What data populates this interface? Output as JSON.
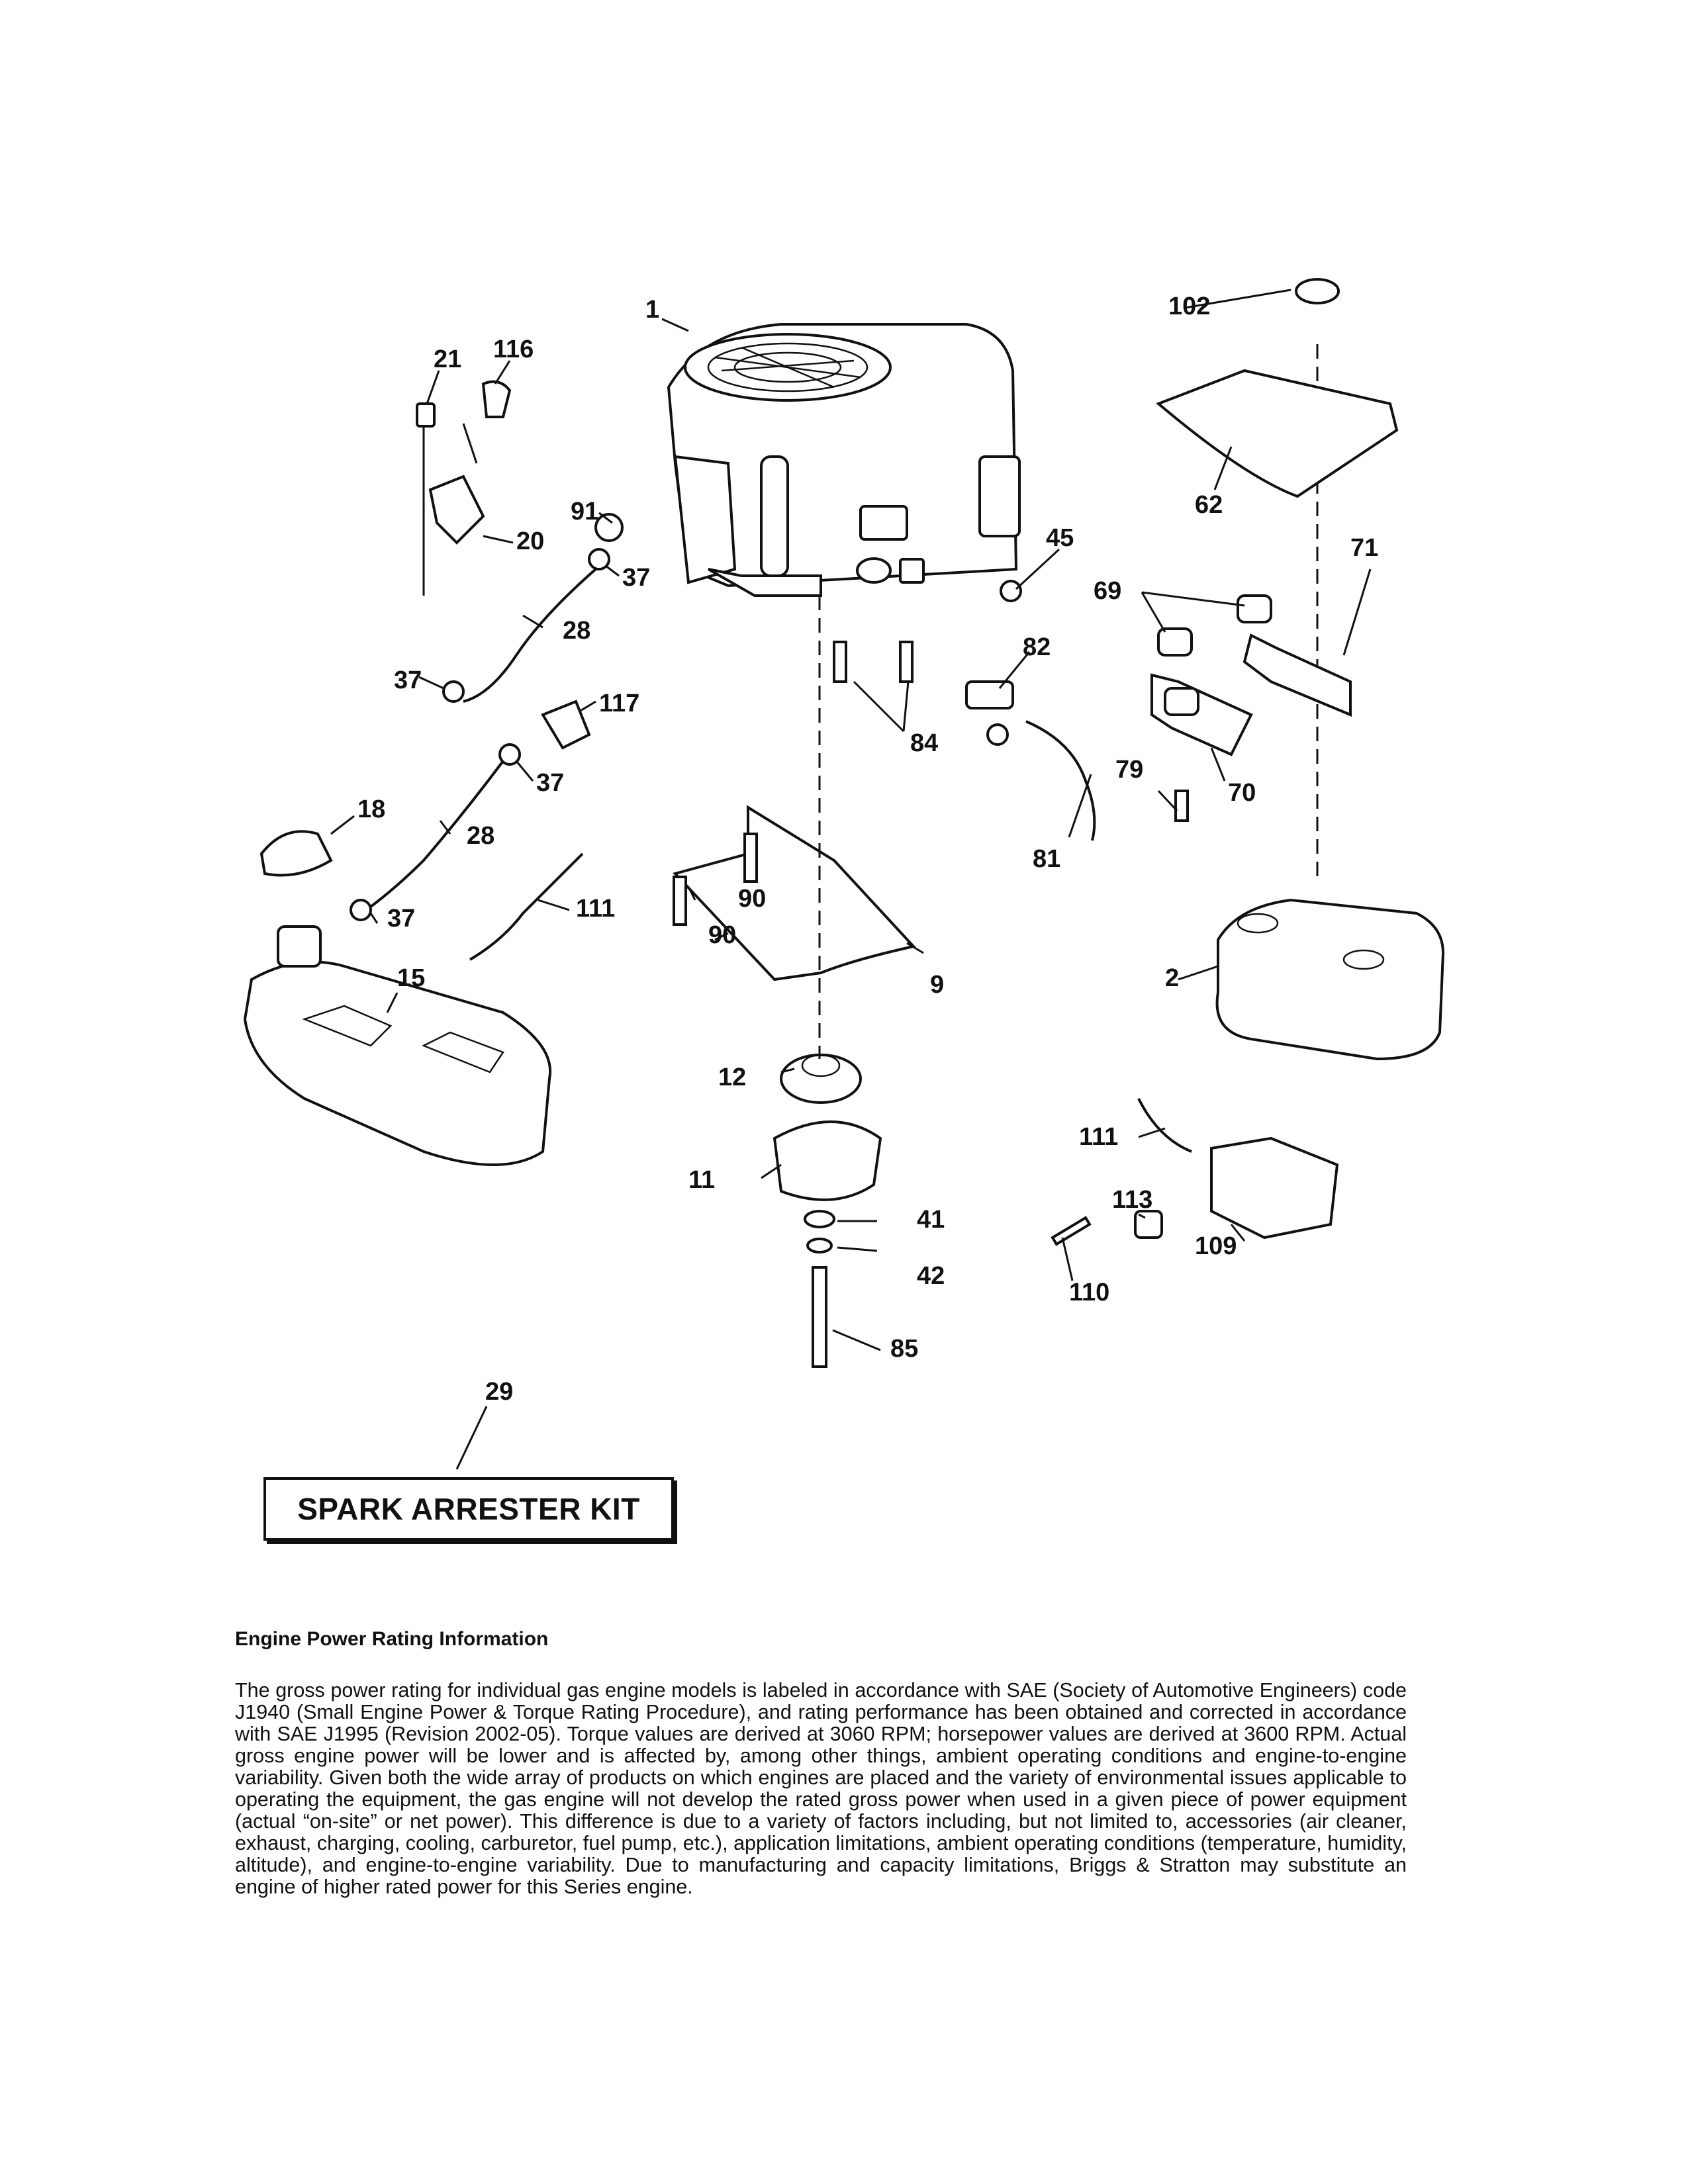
{
  "diagram": {
    "callouts": [
      "1",
      "2",
      "9",
      "11",
      "12",
      "15",
      "18",
      "20",
      "21",
      "28",
      "28",
      "29",
      "37",
      "37",
      "37",
      "37",
      "41",
      "42",
      "45",
      "62",
      "69",
      "70",
      "71",
      "79",
      "81",
      "82",
      "84",
      "85",
      "90",
      "90",
      "91",
      "102",
      "109",
      "110",
      "111",
      "111",
      "113",
      "116",
      "117"
    ],
    "kit_label": "SPARK ARRESTER KIT"
  },
  "info": {
    "title": "Engine Power Rating Information",
    "body": "The gross power rating for individual gas engine models is labeled in accordance with SAE (Society of Automotive Engineers) code J1940 (Small Engine Power & Torque Rating Procedure), and rating performance has been obtained and corrected in accordance with SAE J1995 (Revision 2002-05). Torque values are derived at 3060 RPM; horsepower values are derived at 3600 RPM. Actual gross engine power will be lower and is affected by, among other things, ambient operating conditions and engine-to-engine variability. Given both the wide array of products on which engines are placed and the variety of environmental issues applicable to operating the equipment, the gas engine will not develop the rated gross power when used in a given piece of power equipment (actual “on-site” or net power). This difference is due to a variety of factors including, but not limited to, accessories (air cleaner, exhaust, charging, cooling, carburetor, fuel pump, etc.), application limitations, ambient operating conditions (temperature, humidity, altitude), and engine-to-engine variability. Due to manufacturing and capacity limitations, Briggs & Stratton may substitute an engine of higher rated power for this Series engine."
  }
}
